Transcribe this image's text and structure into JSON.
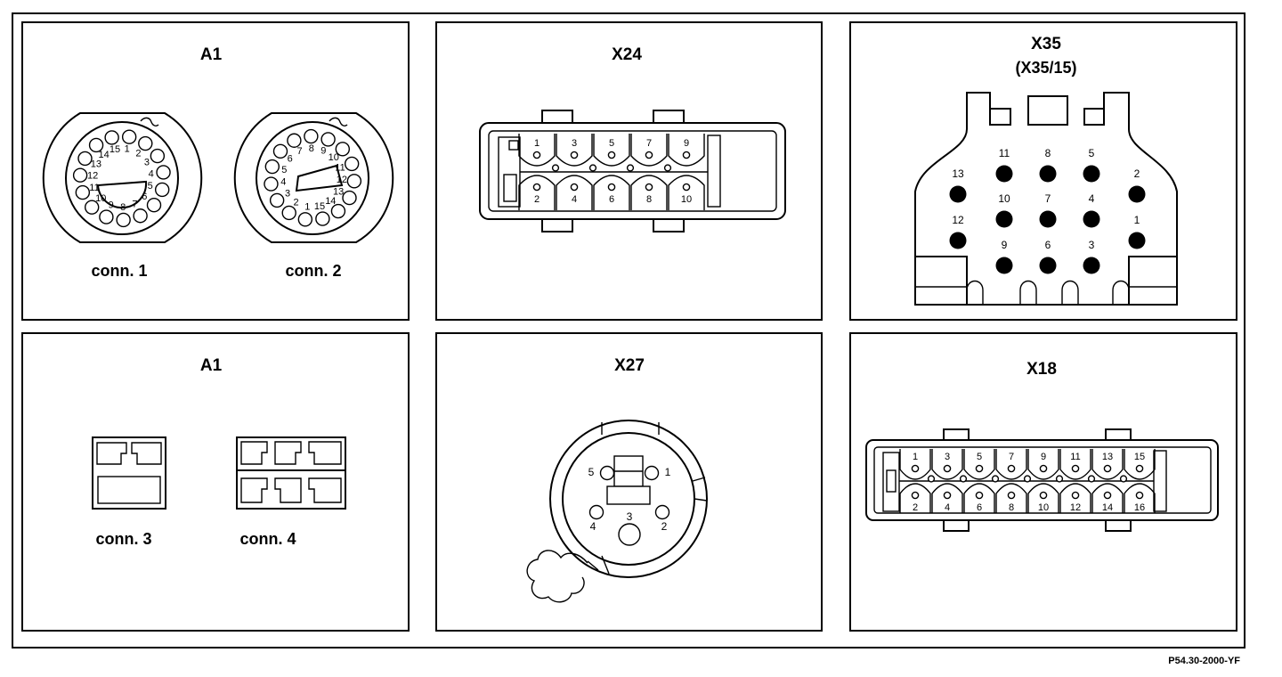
{
  "panels": {
    "a1_top": {
      "title": "A1",
      "conn1_label": "conn. 1",
      "conn2_label": "conn. 2"
    },
    "x24": {
      "title": "X24"
    },
    "x35": {
      "title": "X35",
      "subtitle": "(X35/15)"
    },
    "a1_bottom": {
      "title": "A1",
      "conn3_label": "conn. 3",
      "conn4_label": "conn. 4"
    },
    "x27": {
      "title": "X27"
    },
    "x18": {
      "title": "X18"
    }
  },
  "conn1_pins": [
    "1",
    "2",
    "3",
    "4",
    "5",
    "6",
    "7",
    "8",
    "9",
    "10",
    "11",
    "12",
    "13",
    "14",
    "15"
  ],
  "conn2_pins": [
    "1",
    "2",
    "3",
    "4",
    "5",
    "6",
    "7",
    "8",
    "9",
    "10",
    "11",
    "12",
    "13",
    "14",
    "15"
  ],
  "x24_top_pins": [
    "1",
    "3",
    "5",
    "7",
    "9"
  ],
  "x24_bottom_pins": [
    "2",
    "4",
    "6",
    "8",
    "10"
  ],
  "x35_pins": [
    "1",
    "2",
    "3",
    "4",
    "5",
    "6",
    "7",
    "8",
    "9",
    "10",
    "11",
    "12",
    "13"
  ],
  "x27_pins": [
    "1",
    "2",
    "3",
    "4",
    "5"
  ],
  "x18_top_pins": [
    "1",
    "3",
    "5",
    "7",
    "9",
    "11",
    "13",
    "15"
  ],
  "x18_bottom_pins": [
    "2",
    "4",
    "6",
    "8",
    "10",
    "12",
    "14",
    "16"
  ],
  "figure_code": "P54.30-2000-YF"
}
